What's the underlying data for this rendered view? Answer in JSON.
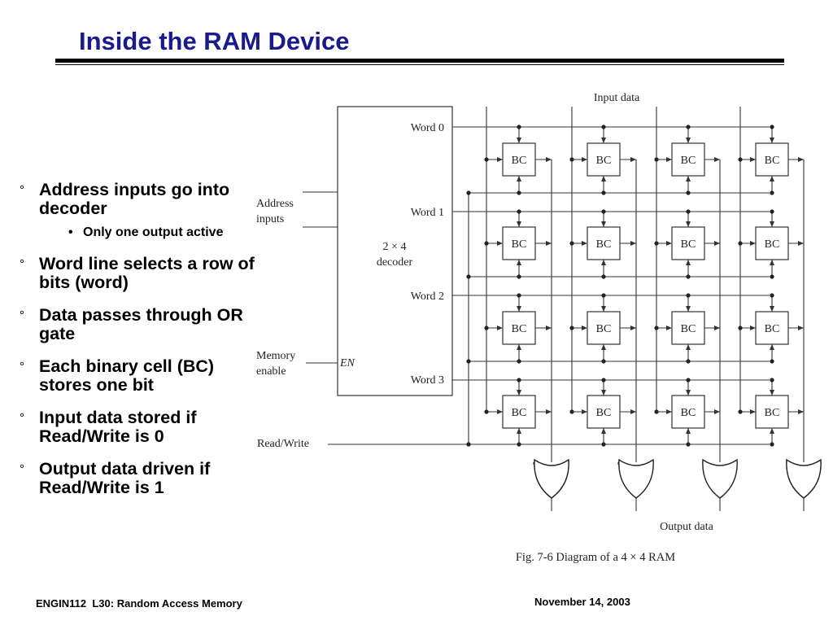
{
  "slide": {
    "title": "Inside the RAM Device",
    "bullets": [
      {
        "text": "Address inputs go into decoder",
        "sub": [
          "Only one output active"
        ]
      },
      {
        "text": "Word line selects a row of bits (word)"
      },
      {
        "text": "Data passes through OR gate"
      },
      {
        "text": "Each binary cell (BC) stores one bit"
      },
      {
        "text": "Input data stored if Read/Write is 0"
      },
      {
        "text": "Output data driven if Read/Write is 1"
      }
    ],
    "bullet_marker": "°",
    "sub_marker": "•"
  },
  "figure": {
    "input_data_label": "Input data",
    "output_data_label": "Output data",
    "decoder_label_line1": "2 × 4",
    "decoder_label_line2": "decoder",
    "enable_pin": "EN",
    "word_labels": [
      "Word 0",
      "Word 1",
      "Word 2",
      "Word 3"
    ],
    "address_label_line1": "Address",
    "address_label_line2": "inputs",
    "memory_enable_line1": "Memory",
    "memory_enable_line2": "enable",
    "read_write_label": "Read/Write",
    "cell_label": "BC",
    "caption": "Fig. 7-6 Diagram of a 4 × 4 RAM"
  },
  "footer": {
    "left": "ENGIN112  L30: Random Access Memory",
    "right": "November 14, 2003"
  },
  "colors": {
    "title": "#1a1a8c",
    "text": "#000000",
    "diagram_line": "#333333"
  }
}
